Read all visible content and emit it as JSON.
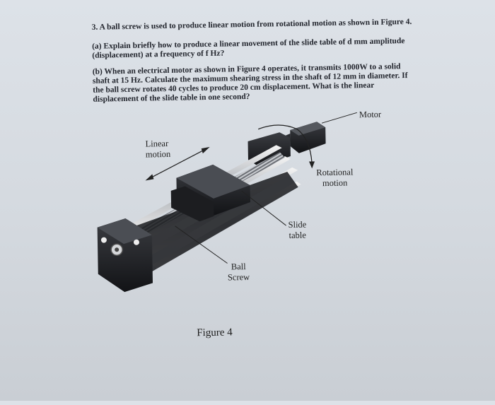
{
  "question": {
    "heading": "3. A ball screw is used to produce linear motion from rotational motion as shown in Figure 4.",
    "part_a_line1": "(a) Explain briefly how to produce a linear movement of the slide table of d mm amplitude",
    "part_a_line2": "(displacement) at a frequency of f Hz?",
    "part_b_line1": "(b) When an electrical motor as shown in Figure 4 operates, it transmits 1000W to a solid",
    "part_b_line2": "shaft at 15 Hz. Calculate the maximum shearing stress in the shaft of 12 mm in diameter. If",
    "part_b_line3": "the ball screw rotates 40 cycles to produce 20 cm displacement. What is the linear",
    "part_b_line4": "displacement of the slide table in one second?"
  },
  "figure": {
    "labels": {
      "motor": "Motor",
      "linear_line1": "Linear",
      "linear_line2": "motion",
      "rotational_line1": "Rotational",
      "rotational_line2": "motion",
      "slide_line1": "Slide",
      "slide_line2": "table",
      "ball_line1": "Ball",
      "ball_line2": "Screw"
    },
    "caption": "Figure 4"
  }
}
